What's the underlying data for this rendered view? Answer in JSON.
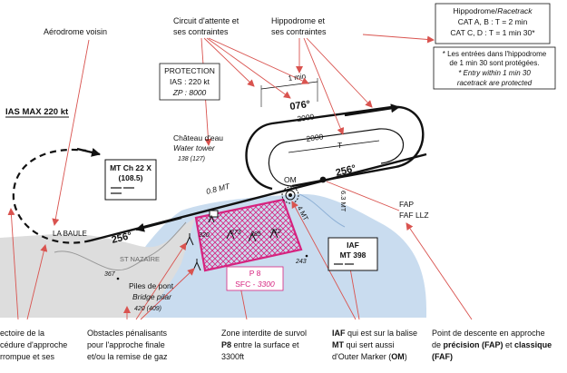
{
  "callouts": {
    "nearby_aerodrome": "Aérodrome voisin",
    "holding_1": "Circuit d'attente et",
    "holding_2": "ses contraintes",
    "racetrack_1": "Hippodrome et",
    "racetrack_2": "ses contraintes"
  },
  "racetrack_box": {
    "title_fr": "Hippodrome/",
    "title_en": "Racetrack",
    "cat_ab": "CAT A, B : T = 2 min",
    "cat_cd": "CAT C, D : T = 1 min 30*"
  },
  "protected_note": {
    "line1": "* Les entrées  dans l'hippodrome",
    "line2": "de 1 min 30 sont protégées.",
    "line3": "* Entry within 1 min 30",
    "line4": "racetrack are protected"
  },
  "protection_box": {
    "title": "PROTECTION",
    "ias": "IAS : 220 kt",
    "zp_prefix": "ZP : ",
    "zp_value": "8000"
  },
  "ias_max": "IAS MAX 220 kt",
  "mt_box": {
    "line1": "MT Ch 22 X",
    "line2": "(108.5)"
  },
  "water_tower": {
    "fr": "Château d'eau",
    "en": "Water tower",
    "elev": "138 (127)"
  },
  "chart": {
    "one_min": "1 min",
    "course_in": "076°",
    "course_out": "256°",
    "course_final": "256°",
    "alt_top": "2000",
    "alt_bottom": "2000",
    "t_label": "T",
    "om": "OM",
    "dist_08": "0.8 MT",
    "dist_63": "6.3 MT",
    "dist_4": "4 MT",
    "la_baule": "LA BAULE",
    "st_nazaire": "ST NAZAIRE",
    "elev_320": "320",
    "elev_273": "273",
    "elev_285": "285",
    "elev_312": "312",
    "elev_243": "243",
    "elev_367": "367"
  },
  "fap_labels": {
    "fap": "FAP",
    "faf": "FAF LLZ"
  },
  "iaf_box": {
    "title": "IAF",
    "sub": "MT 398"
  },
  "prohibited": {
    "name": "P 8",
    "sfc": "SFC - ",
    "upper": "3300"
  },
  "bridge": {
    "fr": "Piles de pont",
    "en": "Bridge pilar",
    "elev": "420 (409)"
  },
  "bottom": {
    "c1_l1": "ectoire de la",
    "c1_l2": "cédure d'approche",
    "c1_l3": "rrompue et ses",
    "c2_l1": "Obstacles pénalisants",
    "c2_l2": "pour l'approche finale",
    "c2_l3": "et/ou la remise de gaz",
    "c3_l1": "Zone interdite de survol",
    "c3_l2a": "P8",
    "c3_l2b": " entre la surface et",
    "c3_l3": "3300ft",
    "c4_l1a": "IAF",
    "c4_l1b": " qui est sur la balise",
    "c4_l2a": "MT",
    "c4_l2b": " qui sert aussi",
    "c4_l3a": "d'Outer Marker (",
    "c4_l3b": "OM",
    "c4_l3c": ")",
    "c5_l1": "Point de descente en approche",
    "c5_l2a": "de ",
    "c5_l2b": "précision (FAP)",
    "c5_l2c": " et ",
    "c5_l2d": "classique",
    "c5_l3": "(FAF)"
  },
  "colors": {
    "callout_line": "#d9534f",
    "prohibited": "#d6237f",
    "water": "#c9dcef",
    "land": "#dddddd"
  }
}
